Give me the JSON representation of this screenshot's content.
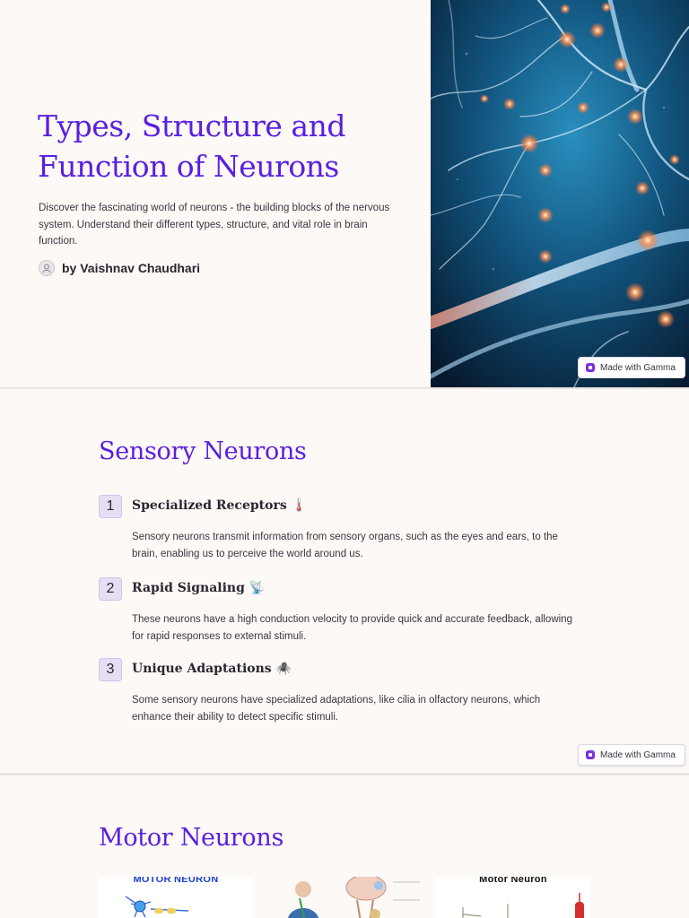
{
  "slide1": {
    "title": "Types, Structure and Function of Neurons",
    "intro": "Discover the fascinating world of neurons - the building blocks of the nervous system. Understand their different types, structure, and vital role in brain function.",
    "author": "by Vaishnav Chaudhari",
    "badge": "Made with Gamma"
  },
  "slide2": {
    "heading": "Sensory Neurons",
    "items": [
      {
        "number": "1",
        "title": "Specialized Receptors 🌡️",
        "body": "Sensory neurons transmit information from sensory organs, such as the eyes and ears, to the brain, enabling us to perceive the world around us."
      },
      {
        "number": "2",
        "title": "Rapid Signaling 📡",
        "body": "These neurons have a high conduction velocity to provide quick and accurate feedback, allowing for rapid responses to external stimuli."
      },
      {
        "number": "3",
        "title": "Unique Adaptations 🕷️",
        "body": "Some sensory neurons have specialized adaptations, like cilia in olfactory neurons, which enhance their ability to detect specific stimuli."
      }
    ],
    "badge": "Made with Gamma"
  },
  "slide3": {
    "heading": "Motor Neurons",
    "thumbnails": [
      {
        "label": "MOTOR NEURON"
      },
      {
        "label": ""
      },
      {
        "label": "Motor Neuron"
      }
    ]
  },
  "colors": {
    "accent": "#5a1fe0",
    "page_background": "#fcf9f6",
    "number_chip": "#e6def3",
    "gamma_logo": "#7b2fe0"
  },
  "icons": {
    "author_avatar": "sketch-avatar-icon",
    "badge": "gamma-logo-icon"
  }
}
